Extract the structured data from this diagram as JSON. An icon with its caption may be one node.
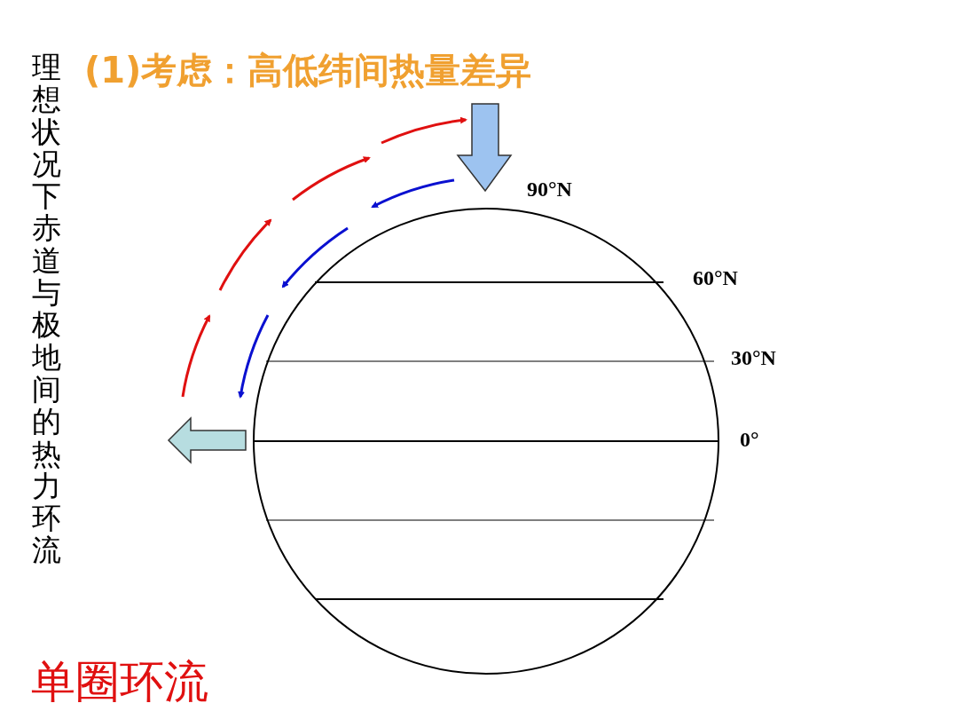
{
  "diagram": {
    "title": "(1)考虑：高低纬间热量差异",
    "labels": [
      "理想状况下赤道与极地间的热力环流",
      "90°N",
      "60°N",
      "30°N",
      "0°",
      "单圈环流"
    ]
  }
}
